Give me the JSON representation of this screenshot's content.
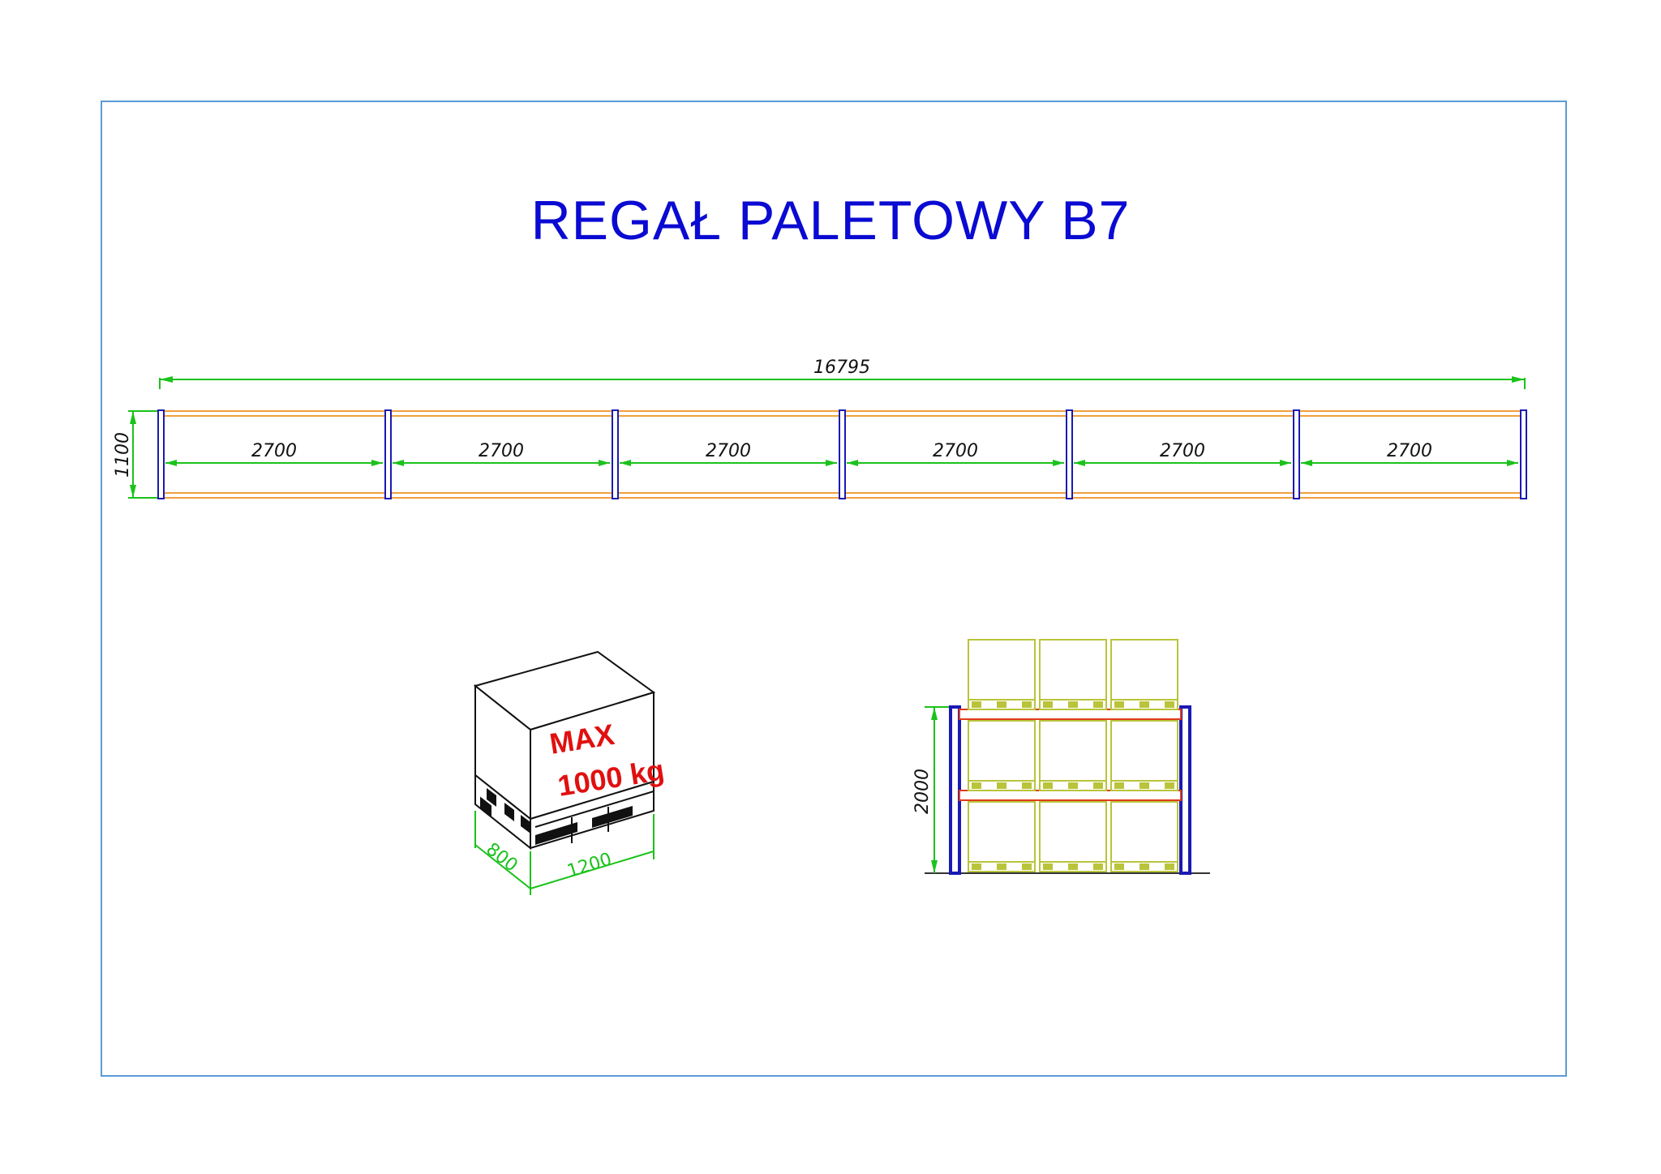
{
  "title": "REGAŁ PALETOWY B7",
  "plan_view": {
    "total_length": "16795",
    "depth": "1100",
    "bays": [
      "2700",
      "2700",
      "2700",
      "2700",
      "2700",
      "2700"
    ]
  },
  "pallet": {
    "load_line1": "MAX",
    "load_line2": "1000 kg",
    "width": "1200",
    "depth": "800"
  },
  "front_view": {
    "height": "2000",
    "levels": 3,
    "pallets_per_level": 3
  },
  "colors": {
    "title": "#0a0ad2",
    "frame": "#5b9bd5",
    "upright": "#1a1ab4",
    "beam": "#f0a040",
    "dimension": "#1bc21b",
    "pallet_load": "#b9c43a",
    "beam_red": "#e03a1a",
    "load_text": "#e01010"
  }
}
